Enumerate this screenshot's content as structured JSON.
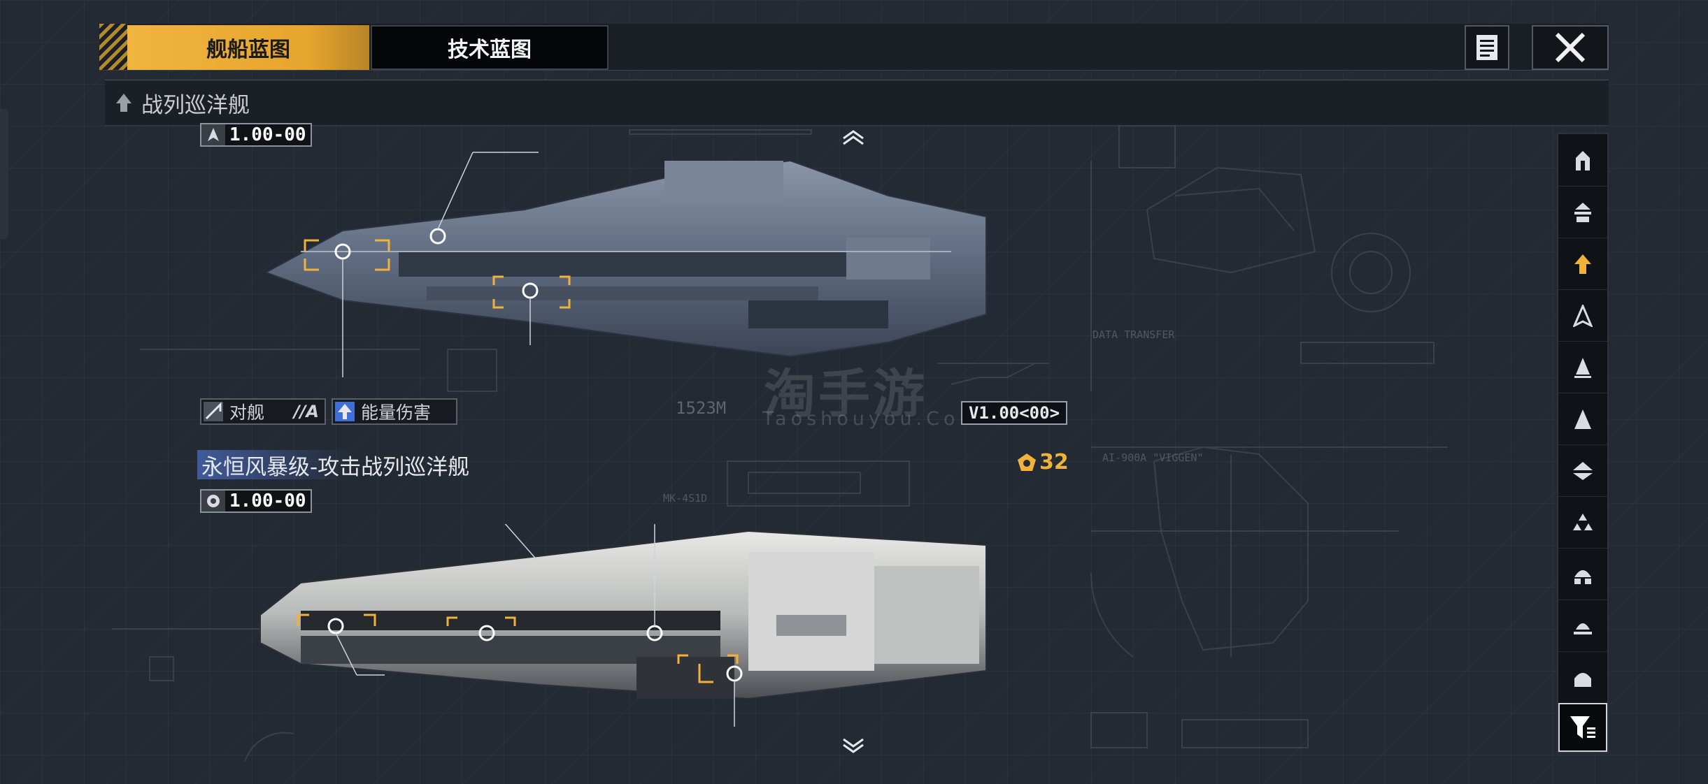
{
  "header": {
    "tabs": [
      {
        "label": "舰船蓝图",
        "active": true
      },
      {
        "label": "技术蓝图",
        "active": false
      }
    ],
    "doc_icon": "document-icon",
    "close_icon": "close-icon"
  },
  "category": {
    "label": "战列巡洋舰",
    "icon": "battlecruiser-icon"
  },
  "ship_top": {
    "cost": "1.00-00",
    "role_label": "对舰",
    "role_grade": "//A",
    "damage_type": "能量伤害",
    "length": "1523M",
    "version": "V1.00<00>"
  },
  "ship_bottom": {
    "name": "永恒风暴级-攻击战列巡洋舰",
    "cost": "1.00-00",
    "power": "32"
  },
  "watermark": {
    "cn": "淘手游",
    "en": "Taoshouyou.Com"
  },
  "schematic_text": {
    "data_transfer": "DATA TRANSFER",
    "viggen": "AI-900A \"VIGGEN\"",
    "mk": "MK-4S1D"
  },
  "sidebar": {
    "items": [
      {
        "icon": "frigate-icon",
        "active": false
      },
      {
        "icon": "destroyer-icon",
        "active": false
      },
      {
        "icon": "battlecruiser-icon",
        "active": true
      },
      {
        "icon": "cruiser-icon",
        "active": false
      },
      {
        "icon": "auxiliary-icon",
        "active": false
      },
      {
        "icon": "carrier-icon",
        "active": false
      },
      {
        "icon": "battleship-icon",
        "active": false
      },
      {
        "icon": "corvette-icon",
        "active": false
      },
      {
        "icon": "hangar-icon",
        "active": false
      },
      {
        "icon": "station-icon",
        "active": false
      },
      {
        "icon": "dome-icon",
        "active": false
      }
    ],
    "filter_icon": "filter-icon"
  },
  "colors": {
    "accent": "#f0b23a",
    "background": "#232a33",
    "highlight_blue": "#4a6cbe"
  }
}
